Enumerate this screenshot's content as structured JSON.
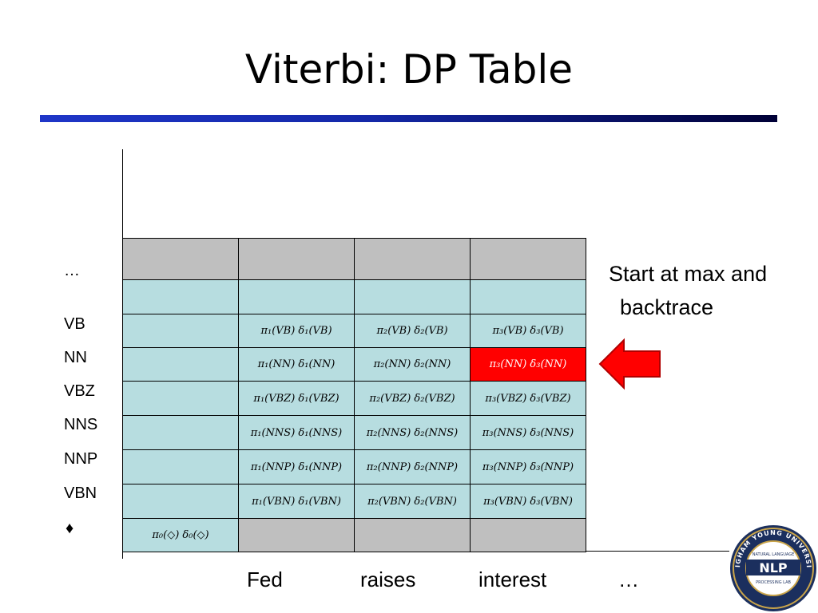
{
  "title": "Viterbi: DP Table",
  "row_labels": [
    "…",
    "VB",
    "NN",
    "VBZ",
    "NNS",
    "NNP",
    "VBN",
    "♦"
  ],
  "column_labels": [
    "Fed",
    "raises",
    "interest",
    "…"
  ],
  "cells": {
    "vb": [
      "π₁(VB)  δ₁(VB)",
      "π₂(VB)  δ₂(VB)",
      "π₃(VB)  δ₃(VB)"
    ],
    "nn": [
      "π₁(NN)  δ₁(NN)",
      "π₂(NN)  δ₂(NN)",
      "π₃(NN)  δ₃(NN)"
    ],
    "vbz": [
      "π₁(VBZ)  δ₁(VBZ)",
      "π₂(VBZ)  δ₂(VBZ)",
      "π₃(VBZ)  δ₃(VBZ)"
    ],
    "nns": [
      "π₁(NNS)  δ₁(NNS)",
      "π₂(NNS)  δ₂(NNS)",
      "π₃(NNS)  δ₃(NNS)"
    ],
    "nnp": [
      "π₁(NNP)  δ₁(NNP)",
      "π₂(NNP)  δ₂(NNP)",
      "π₃(NNP)  δ₃(NNP)"
    ],
    "vbn": [
      "π₁(VBN)  δ₁(VBN)",
      "π₂(VBN)  δ₂(VBN)",
      "π₃(VBN)  δ₃(VBN)"
    ],
    "start": "π₀(◇)  δ₀(◇)"
  },
  "note": {
    "line1": "Start at max and",
    "line2": "backtrace"
  },
  "logo": {
    "ring_text": "BRIGHAM YOUNG UNIVERSITY",
    "top_text": "NATURAL LANGUAGE",
    "main": "NLP",
    "bottom_text": "PROCESSING LAB"
  },
  "colors": {
    "cell_fill": "#b7dde0",
    "header_fill": "#bfbfbf",
    "highlight": "#ff0000",
    "logo_navy": "#1b2f5e",
    "logo_gold": "#c9a44a"
  }
}
